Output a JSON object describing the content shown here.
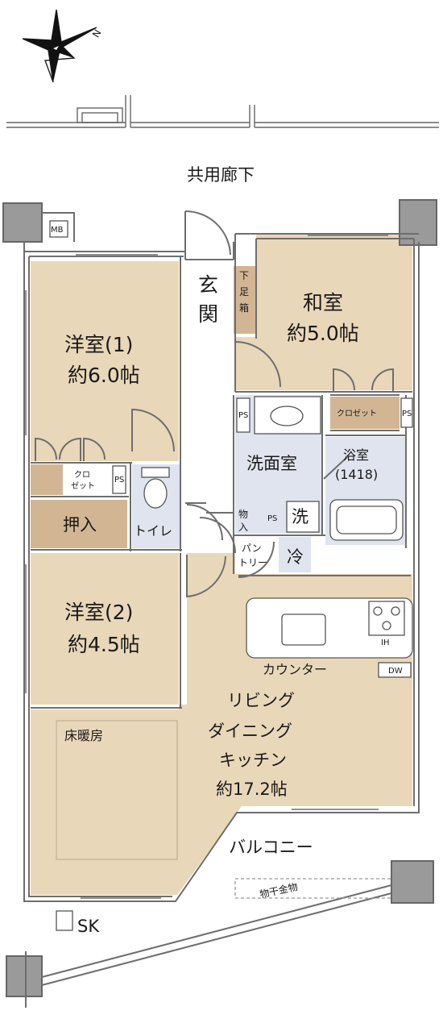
{
  "compass": {
    "north_label": "N"
  },
  "corridor": {
    "label": "共用廊下"
  },
  "rooms": {
    "western1": {
      "name": "洋室(1)",
      "size": "約6.0帖"
    },
    "western2": {
      "name": "洋室(2)",
      "size": "約4.5帖"
    },
    "japanese": {
      "name": "和室",
      "size": "約5.0帖"
    },
    "ldk": {
      "line1": "リビング",
      "line2": "ダイニング",
      "line3": "キッチン",
      "size": "約17.2帖"
    }
  },
  "labels": {
    "entrance_1": "玄",
    "entrance_2": "関",
    "shoebox_1": "下",
    "shoebox_2": "足",
    "shoebox_3": "箱",
    "closet": "クロゼット",
    "closet_small_1": "クロ",
    "closet_small_2": "ゼット",
    "oshiire": "押入",
    "toilet": "トイレ",
    "washroom": "洗面室",
    "bath_1": "浴室",
    "bath_2": "(1418)",
    "washer": "洗",
    "storage_1": "物",
    "storage_2": "入",
    "pantry_1": "パン",
    "pantry_2": "トリー",
    "fridge": "冷",
    "counter": "カウンター",
    "floor_heating": "床暖房",
    "balcony": "バルコニー",
    "drying": "物干金物",
    "sk": "SK",
    "mb": "MB",
    "ps": "PS",
    "ps2": "PS",
    "ps3": "PS",
    "ps4": "PS",
    "dw": "DW",
    "ih": "IH"
  },
  "colors": {
    "room": "#e9d7b9",
    "closet": "#d2b694",
    "wet": "#dfe4ef",
    "wall": "#7b7b7b",
    "pillar": "#9a9a9a",
    "hall": "#ffffff"
  }
}
